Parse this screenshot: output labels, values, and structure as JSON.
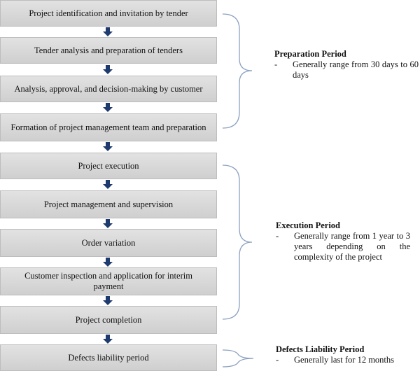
{
  "steps": [
    "Project identification and invitation by tender",
    "Tender analysis and preparation of tenders",
    "Analysis, approval, and decision-making by customer",
    "Formation of project management team and preparation",
    "Project execution",
    "Project management and supervision",
    "Order variation",
    "Customer inspection and application for interim payment",
    "Project completion",
    "Defects liability period"
  ],
  "periods": [
    {
      "title": "Preparation Period",
      "bullet": "-",
      "text": "Generally range from 30 days to 60 days"
    },
    {
      "title": "Execution Period",
      "bullet": "-",
      "text": "Generally range from 1 year to 3 years depending on the complexity of the project"
    },
    {
      "title": "Defects Liability Period",
      "bullet": "-",
      "text": "Generally last for 12 months"
    }
  ],
  "colors": {
    "box_fill": "#d8d8d8",
    "arrow": "#1f3a6e",
    "brace": "#8aa0c0"
  }
}
